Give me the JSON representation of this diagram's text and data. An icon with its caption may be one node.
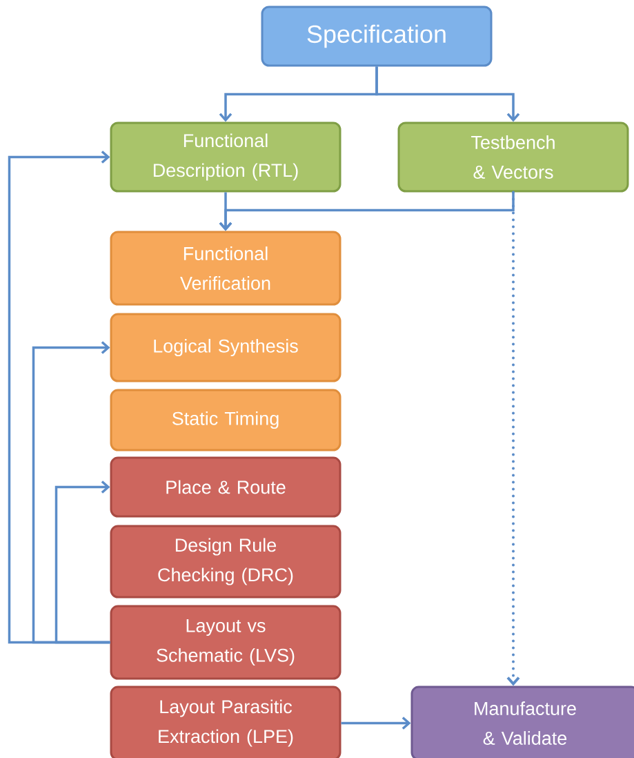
{
  "diagram": {
    "nodes": [
      {
        "text": [
          "Specification"
        ]
      },
      {
        "text": [
          "Functional Description (RTL)"
        ]
      },
      {
        "text": [
          "Testbench & Vectors"
        ]
      },
      {
        "text": [
          "Functional Verification"
        ]
      },
      {
        "text": [
          "Logical Synthesis"
        ]
      },
      {
        "text": [
          "Static Timing"
        ]
      },
      {
        "text": [
          "Place & Route"
        ]
      },
      {
        "text": [
          "Design Rule Checking (DRC)"
        ]
      },
      {
        "text": [
          "Layout vs Schematic (LVS)"
        ]
      },
      {
        "text": [
          "Layout Parasitic Extraction (LPE)"
        ]
      },
      {
        "text": [
          "Manufacture & Validate"
        ]
      }
    ],
    "edges": [
      {
        "from": 0,
        "to": 1,
        "arrow": "to"
      },
      {
        "from": 0,
        "to": 2,
        "arrow": "to"
      },
      {
        "from": 1,
        "to": 3,
        "arrow": "to"
      },
      {
        "from": 2,
        "to": 3,
        "arrow": "to"
      },
      {
        "from": 2,
        "to": 10,
        "arrow": "to",
        "style": "dashed"
      },
      {
        "from": 8,
        "to": 1,
        "arrow": "to"
      },
      {
        "from": 8,
        "to": 4,
        "arrow": "to"
      },
      {
        "from": 8,
        "to": 6,
        "arrow": "to"
      },
      {
        "from": 9,
        "to": 10,
        "arrow": "to"
      }
    ]
  }
}
